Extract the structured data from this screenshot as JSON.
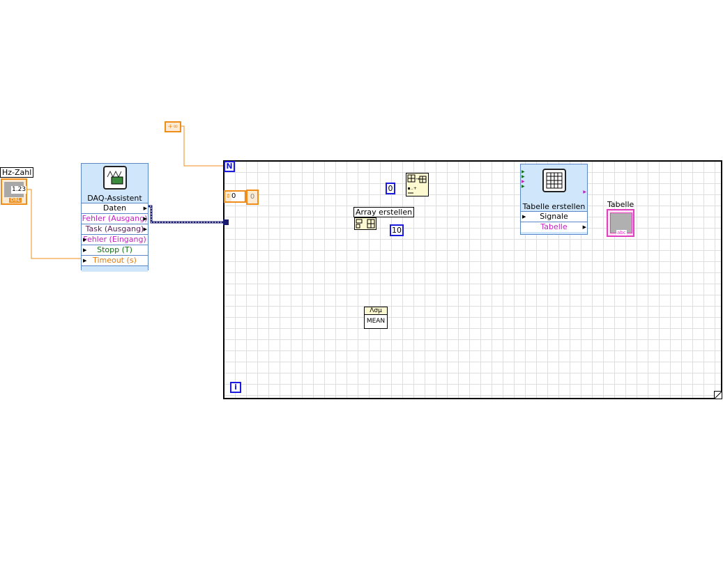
{
  "colors": {
    "wire_numeric": "#f08c1a",
    "wire_data": "#1a1a6e",
    "wire_string": "#e040c0",
    "loop_terminal": "#1a1ae0",
    "express_bg": "#cfe6fb"
  },
  "controls": {
    "hz_zahl": {
      "label": "Hz-Zahl",
      "value": "1.23",
      "type_tag": "DBL"
    },
    "infinity_const": {
      "value": "+∞"
    }
  },
  "daq_assistant": {
    "title": "DAQ-Assistent",
    "icon": "daq-card-icon",
    "terminals": [
      {
        "label": "Daten",
        "direction": "out",
        "color": "#000000"
      },
      {
        "label": "Fehler (Ausgang)",
        "direction": "out",
        "color": "#c020c0"
      },
      {
        "label": "Task (Ausgang)",
        "direction": "out",
        "color": "#5a1a5a"
      },
      {
        "label": "Fehler (Eingang)",
        "direction": "in",
        "color": "#c020c0"
      },
      {
        "label": "Stopp (T)",
        "direction": "in",
        "color": "#107010"
      },
      {
        "label": "Timeout (s)",
        "direction": "in",
        "color": "#e07a10"
      }
    ]
  },
  "loop": {
    "count_terminal": "N",
    "iteration_terminal": "i",
    "shift_register_init": "0",
    "init_const": "0"
  },
  "array_build": {
    "tooltip": "Array erstellen",
    "index_const": "0",
    "length_const": "10"
  },
  "mean": {
    "icon_text": "Λσμ",
    "label": "MEAN"
  },
  "table_builder": {
    "title": "Tabelle erstellen",
    "icon": "table-icon",
    "terminals": [
      {
        "label": "Signale",
        "direction": "in",
        "color": "#000000"
      },
      {
        "label": "Tabelle",
        "direction": "out",
        "color": "#c020c0"
      }
    ]
  },
  "table_indicator": {
    "label": "Tabelle",
    "type_tag": "abc"
  }
}
